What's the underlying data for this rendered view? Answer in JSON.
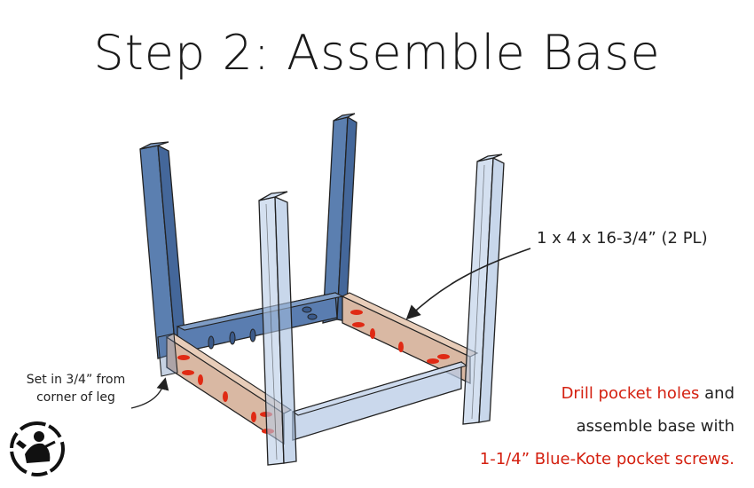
{
  "title": "Step 2: Assemble Base",
  "callouts": {
    "apron_dimension": "1 x 4 x 16-3/4” (2 PL)",
    "set_in_line1": "Set in 3/4” from",
    "set_in_line2": "corner of leg"
  },
  "instructions": {
    "line1_red": "Drill pocket holes",
    "line1_rest": " and",
    "line2": "assemble base with",
    "line3_red": "1-1/4” Blue-Kote pocket screws."
  },
  "colors": {
    "leg_back": "#5b7fb0",
    "leg_front_transparent": "#b8cbe6",
    "apron_back": "#5a7db0",
    "apron_wood": "#d9b8a3",
    "pocket_hole": "#e02a14",
    "accent_red": "#d42010"
  },
  "logo": {
    "icon": "woodworker-logo-icon"
  }
}
